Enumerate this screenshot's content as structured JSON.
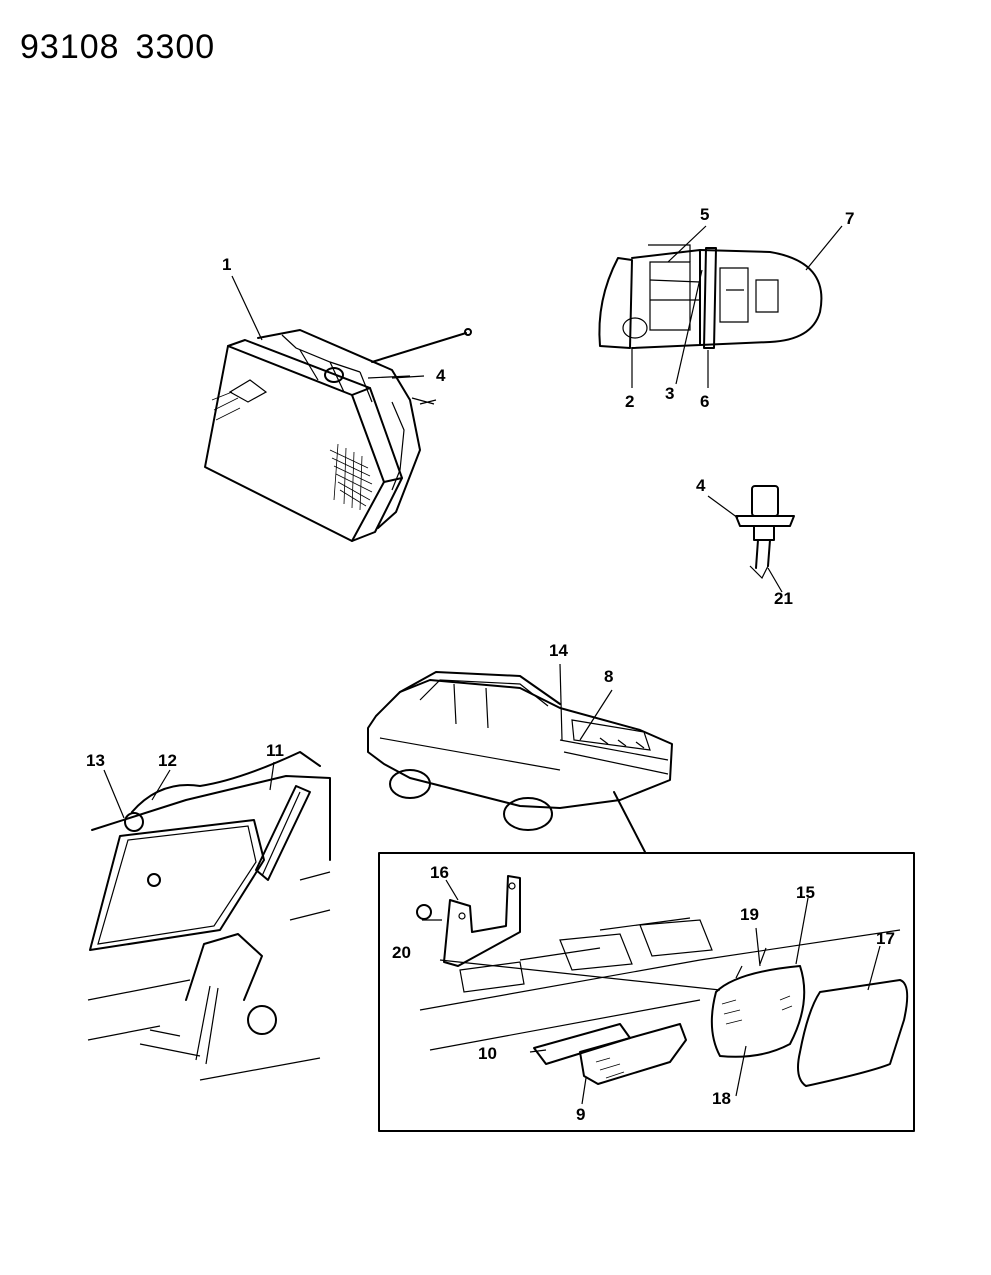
{
  "header": {
    "doc_code": "93108",
    "page_code": "3300"
  },
  "callouts": {
    "c1": "1",
    "c2": "2",
    "c3": "3",
    "c4a": "4",
    "c4b": "4",
    "c5": "5",
    "c6": "6",
    "c7": "7",
    "c8": "8",
    "c9": "9",
    "c10": "10",
    "c11": "11",
    "c12": "12",
    "c13": "13",
    "c14": "14",
    "c15": "15",
    "c16": "16",
    "c17": "17",
    "c18": "18",
    "c19": "19",
    "c20": "20",
    "c21": "21"
  }
}
